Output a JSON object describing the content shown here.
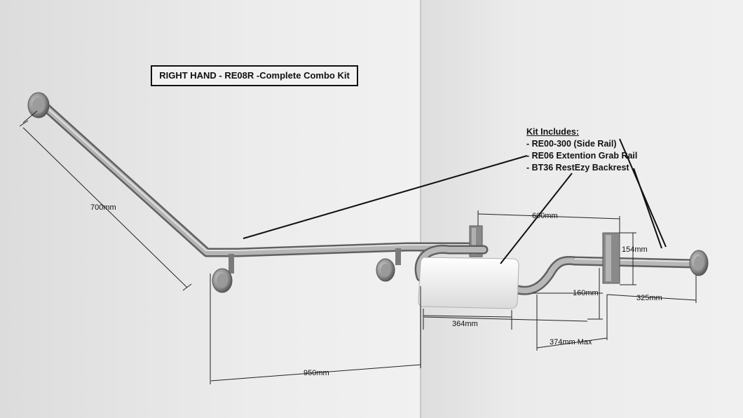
{
  "title": "RIGHT HAND - RE08R -Complete Combo Kit",
  "kit": {
    "heading": "Kit Includes:",
    "items": [
      "- RE00-300 (Side Rail)",
      "- RE06 Extention Grab Rail",
      "- BT36 RestEzy Backrest"
    ]
  },
  "dimensions": {
    "d700": "700mm",
    "d950": "950mm",
    "d600": "600mm",
    "d154": "154mm",
    "d160": "160mm",
    "d325": "325mm",
    "d364": "364mm",
    "d374": "374mm Max"
  }
}
